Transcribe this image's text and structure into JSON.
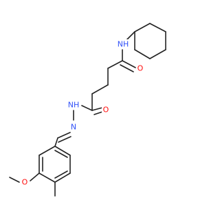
{
  "molecule": {
    "atoms": [
      {
        "id": "n_amide",
        "symbol": "N",
        "hydrogen": "H",
        "label": "NH",
        "color": "#3050F8"
      },
      {
        "id": "o_amide",
        "symbol": "O",
        "label": "O",
        "color": "#FF0D0D"
      },
      {
        "id": "n_hydrazide",
        "symbol": "N",
        "hydrogen": "H",
        "label": "NH",
        "color": "#3050F8"
      },
      {
        "id": "o_hydrazide",
        "symbol": "O",
        "label": "O",
        "color": "#FF0D0D"
      },
      {
        "id": "n_imine",
        "symbol": "N",
        "label": "N",
        "color": "#3050F8"
      },
      {
        "id": "o_methoxy",
        "symbol": "O",
        "label": "O",
        "color": "#FF0D0D"
      }
    ]
  }
}
